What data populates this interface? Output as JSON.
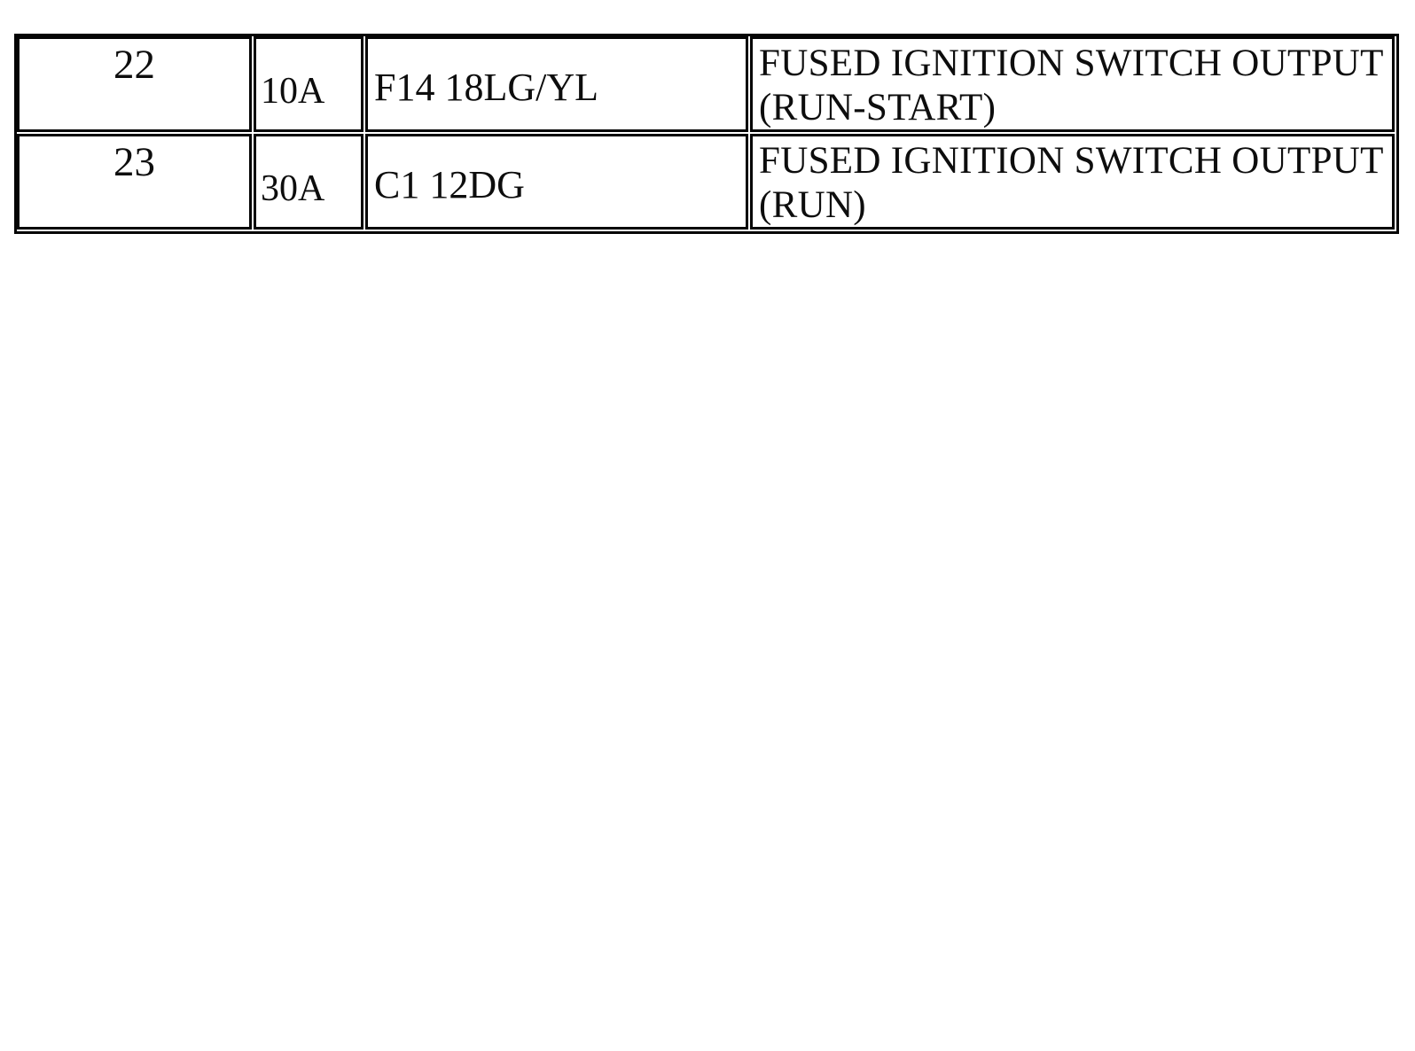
{
  "table": {
    "rows": [
      {
        "fuse": "22",
        "amperage": "10A",
        "circuit": "F14 18LG/YL",
        "description": "FUSED IGNITION SWITCH OUTPUT\n(RUN-START)"
      },
      {
        "fuse": "23",
        "amperage": "30A",
        "circuit": "C1 12DG",
        "description": "FUSED IGNITION SWITCH OUTPUT\n(RUN)"
      }
    ],
    "colors": {
      "border": "#050505",
      "text": "#0d0d0d",
      "background": "#ffffff"
    }
  }
}
